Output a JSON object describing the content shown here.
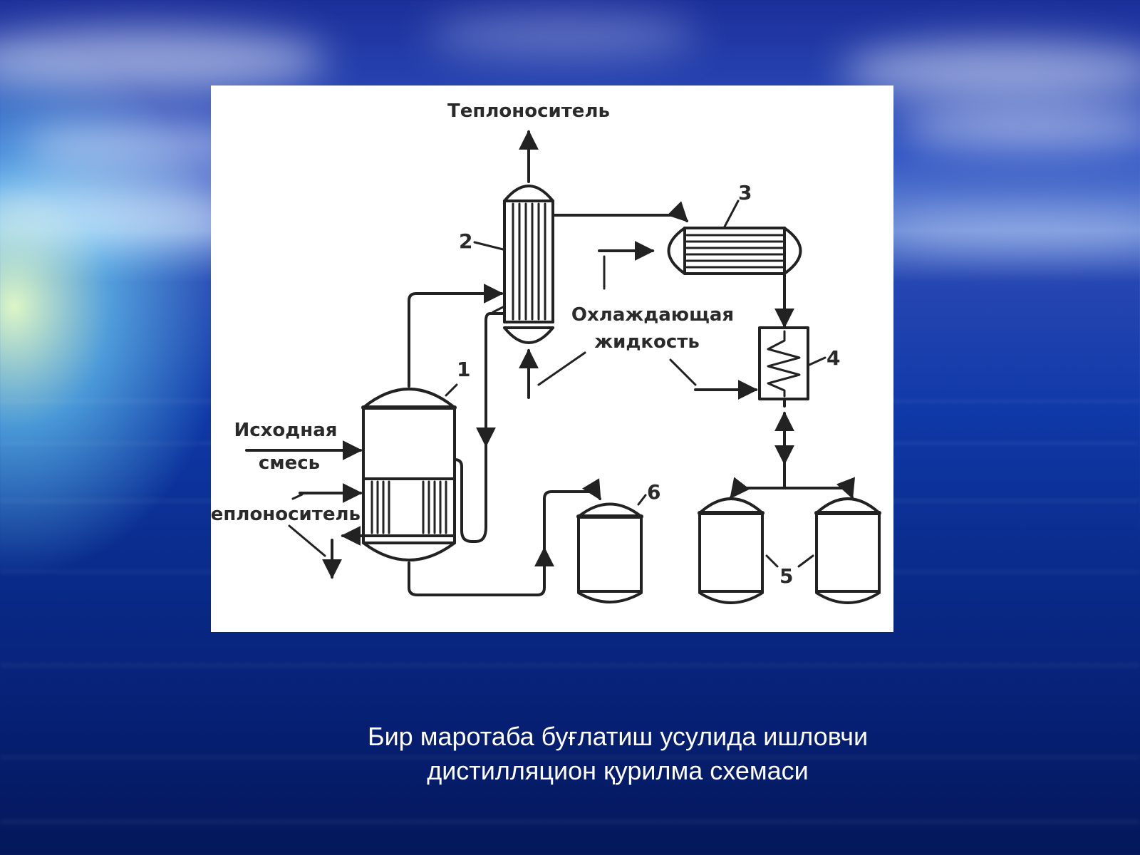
{
  "diagram": {
    "labels": {
      "top_coolant": "Теплоноситель",
      "cooling_liquid_line1": "Охлаждающая",
      "cooling_liquid_line2": "жидкость",
      "feed_line1": "Исходная",
      "feed_line2": "смесь",
      "left_coolant": "Теплоноситель"
    },
    "numbers": {
      "n1": "1",
      "n2": "2",
      "n3": "3",
      "n4": "4",
      "n5": "5",
      "n6": "6"
    }
  },
  "caption": {
    "line1": "Бир маротаба буғлатиш  усулида ишловчи",
    "line2": "дистилляцион қурилма схемаси"
  }
}
